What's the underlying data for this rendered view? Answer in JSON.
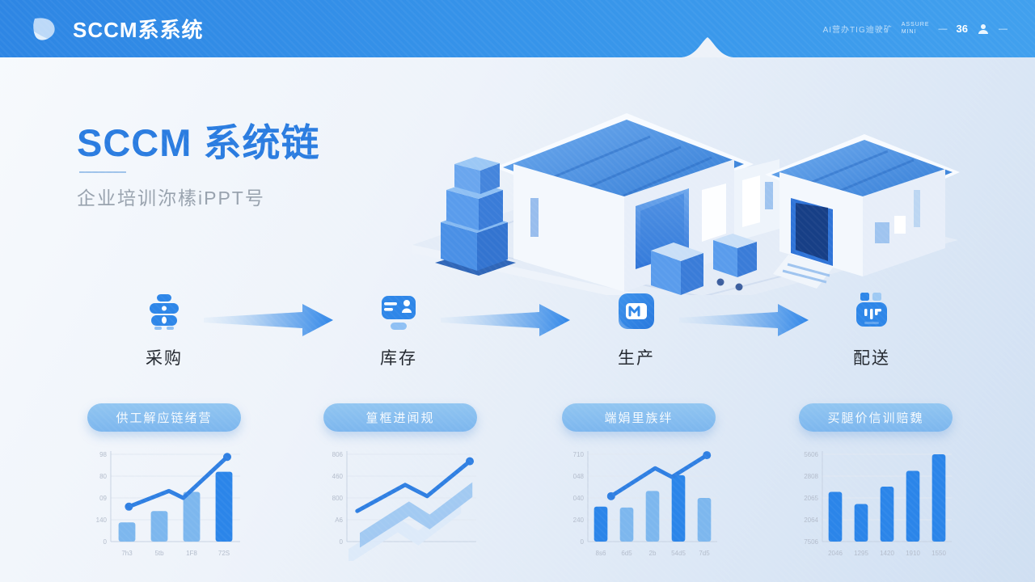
{
  "header": {
    "brand": "SCCM系系统",
    "meta_text": "AI营办TIG迪驶矿",
    "widget": {
      "line1": "assure",
      "line2": "mini",
      "dash": "—",
      "value": "36"
    }
  },
  "hero": {
    "title": "SCCM 系统链",
    "subtitle": "企业培训沵榡iPPT号"
  },
  "flow": {
    "steps": [
      {
        "label": "采购",
        "icon": "procurement-icon"
      },
      {
        "label": "库存",
        "icon": "inventory-icon"
      },
      {
        "label": "生产",
        "icon": "production-icon"
      },
      {
        "label": "配送",
        "icon": "delivery-icon"
      }
    ]
  },
  "pills": {
    "items": [
      "供工解应链绪营",
      "篁框进闻规",
      "端娟里族绊",
      "买腿价信训赔魏"
    ]
  },
  "colors": {
    "primary": "#2e86e8",
    "header_from": "#2e86e4",
    "header_to": "#41a0ee",
    "title": "#2a7ce0",
    "bar_light": "#7db7ee",
    "bar_dark": "#2b85e9",
    "line": "#2f7fe2",
    "pill_bg": "#86c0ef",
    "grid": "#e1e8f2",
    "axis": "#c7d2e2",
    "tick_text": "#b3bccb"
  },
  "chart_data": [
    {
      "type": "bar",
      "title": "",
      "y_ticks": [
        "98",
        "80",
        "09",
        "140",
        "0"
      ],
      "categories": [
        "7h3",
        "5tb",
        "1F8",
        "72S"
      ],
      "values": [
        22,
        35,
        57,
        80
      ],
      "bar_colors": [
        "light",
        "light",
        "light",
        "dark"
      ],
      "overlay_line": {
        "points": [
          [
            0.14,
            0.4
          ],
          [
            0.45,
            0.58
          ],
          [
            0.56,
            0.5
          ],
          [
            0.9,
            0.97
          ]
        ],
        "dots": [
          0,
          3
        ]
      },
      "ylim": [
        0,
        100
      ],
      "grid": true
    },
    {
      "type": "area",
      "title": "",
      "y_ticks": [
        "806",
        "460",
        "800",
        "A6",
        "0"
      ],
      "categories": [],
      "line": {
        "points": [
          [
            0.08,
            0.35
          ],
          [
            0.45,
            0.65
          ],
          [
            0.62,
            0.52
          ],
          [
            0.95,
            0.92
          ]
        ],
        "dots": [
          3
        ]
      },
      "ribbon": {
        "points": [
          [
            0.1,
            0.1
          ],
          [
            0.48,
            0.46
          ],
          [
            0.64,
            0.31
          ],
          [
            0.97,
            0.68
          ]
        ],
        "thickness": 0.17
      },
      "ylim": [
        0,
        100
      ],
      "grid": true
    },
    {
      "type": "bar",
      "title": "",
      "y_ticks": [
        "710",
        "048",
        "040",
        "240",
        "0"
      ],
      "categories": [
        "8s6",
        "6d5",
        "2b",
        "54d5",
        "7d5"
      ],
      "values": [
        40,
        39,
        58,
        76,
        50
      ],
      "bar_colors": [
        "dark",
        "light",
        "light",
        "dark",
        "light"
      ],
      "overlay_line": {
        "points": [
          [
            0.18,
            0.52
          ],
          [
            0.52,
            0.84
          ],
          [
            0.65,
            0.74
          ],
          [
            0.92,
            0.99
          ]
        ],
        "dots": [
          0,
          3
        ]
      },
      "ylim": [
        0,
        100
      ],
      "grid": true
    },
    {
      "type": "bar",
      "title": "",
      "y_ticks": [
        "5606",
        "2808",
        "2065",
        "2064",
        "7506"
      ],
      "categories": [
        "2046",
        "1295",
        "1420",
        "1910",
        "1550"
      ],
      "values": [
        57,
        43,
        63,
        81,
        100
      ],
      "bar_colors": [
        "dark",
        "dark",
        "dark",
        "dark",
        "dark"
      ],
      "ylim": [
        0,
        100
      ],
      "grid": true
    }
  ]
}
